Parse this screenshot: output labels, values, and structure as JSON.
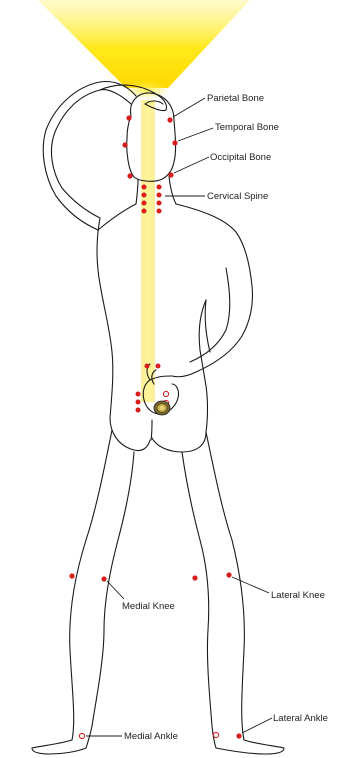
{
  "labels": {
    "parietal": "Parietal Bone",
    "temporal": "Temporal Bone",
    "occipital": "Occipital Bone",
    "cervical": "Cervical Spine",
    "medial_knee": "Medial Knee",
    "lateral_knee": "Lateral Knee",
    "medial_ankle": "Medial Ankle",
    "lateral_ankle": "Lateral Ankle"
  },
  "colors": {
    "beam": "#ffe600",
    "beam_core": "#fff7a8",
    "point": "#d81d1d",
    "outline": "#1a1a1a"
  }
}
